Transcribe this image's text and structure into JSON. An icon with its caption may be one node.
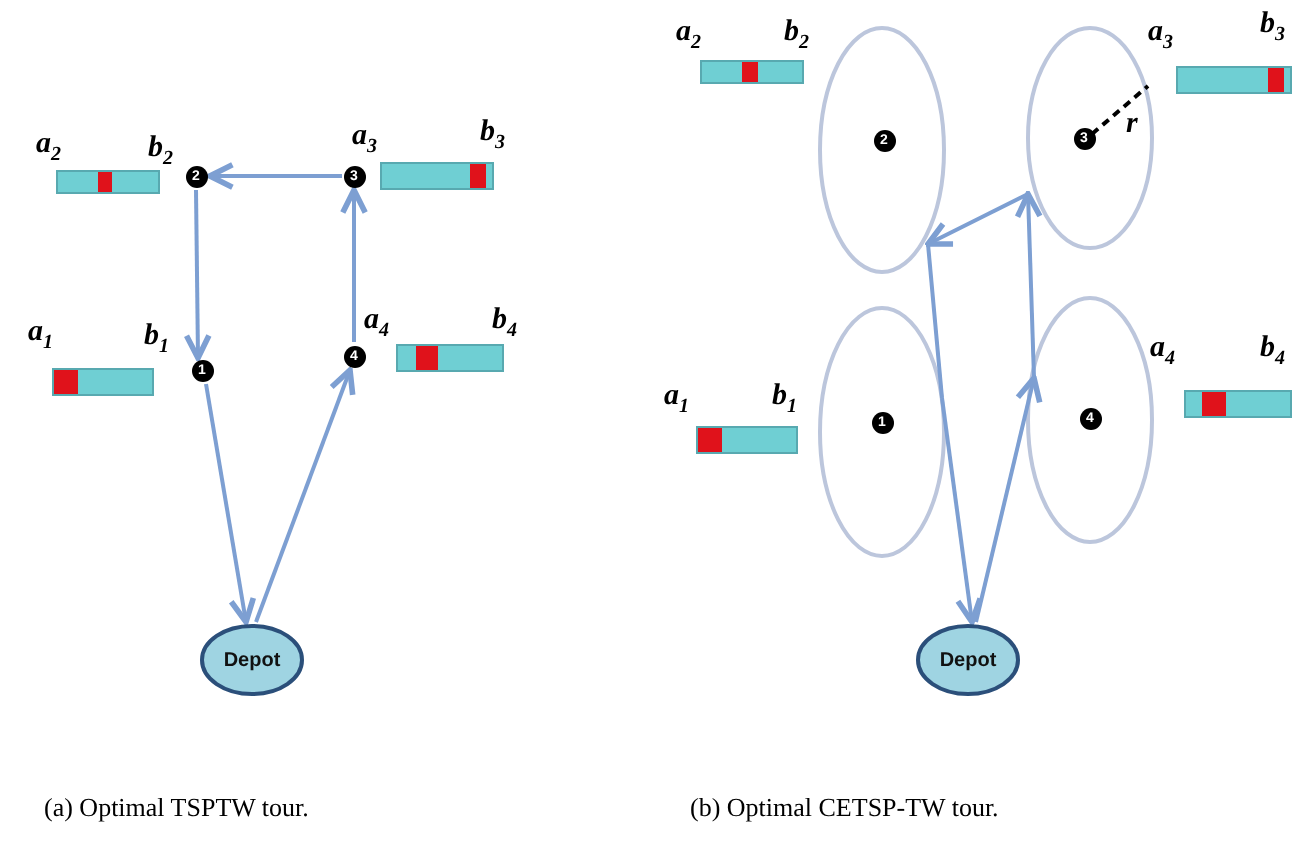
{
  "diagram": {
    "nodes": [
      {
        "text": [
          "2"
        ]
      },
      {
        "text": [
          "3"
        ]
      },
      {
        "text": [
          "1"
        ]
      },
      {
        "text": [
          "4"
        ]
      },
      {
        "text": [
          "Depot"
        ]
      },
      {
        "text": [],
        "shape": "ellipse"
      },
      {
        "text": [
          "2"
        ],
        "in": 5
      },
      {
        "text": [],
        "shape": "ellipse"
      },
      {
        "text": [
          "3"
        ],
        "in": 7
      },
      {
        "text": [],
        "shape": "ellipse"
      },
      {
        "text": [
          "1"
        ],
        "in": 9
      },
      {
        "text": [],
        "shape": "ellipse"
      },
      {
        "text": [
          "4"
        ],
        "in": 11
      },
      {
        "text": [
          "Depot"
        ]
      }
    ],
    "edges": [
      {
        "from": 1,
        "to": 0,
        "arrow": "to"
      },
      {
        "from": 0,
        "to": 2,
        "arrow": "to"
      },
      {
        "from": 2,
        "to": 4,
        "arrow": "to"
      },
      {
        "from": 4,
        "to": 3,
        "arrow": "to"
      },
      {
        "from": 3,
        "to": 1,
        "arrow": "to"
      },
      {
        "from": 13,
        "to": 11,
        "arrow": "to"
      },
      {
        "from": 11,
        "to": 7,
        "arrow": "to"
      },
      {
        "from": 7,
        "to": 5,
        "arrow": "to"
      },
      {
        "from": 5,
        "to": 9,
        "arrow": "none"
      },
      {
        "from": 9,
        "to": 13,
        "arrow": "to"
      }
    ],
    "labels": [
      "a$_{2}$",
      "b$_{2}$",
      "a$_{3}$",
      "b$_{3}$",
      "a$_{1}$",
      "b$_{1}$",
      "a$_{4}$",
      "b$_{4}$",
      "a$_{2}$",
      "b$_{2}$",
      "a$_{3}$",
      "b$_{3}$",
      "r",
      "a$_{4}$",
      "b$_{4}$",
      "a$_{1}$",
      "b$_{1}$",
      "(a) Optimal TSPTW tour.",
      "(b) Optimal CETSP-TW tour."
    ]
  }
}
